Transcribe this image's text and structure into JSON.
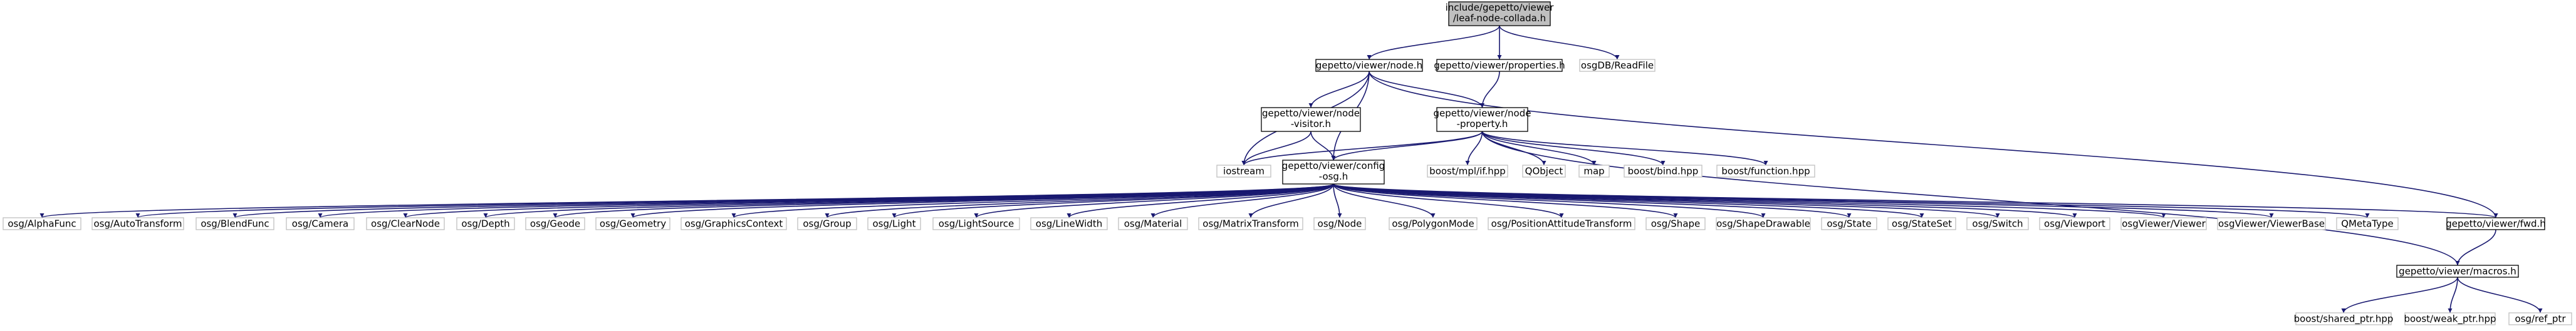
{
  "colors": {
    "edge": "#191970",
    "root_fill": "#bfbfbf",
    "root_border": "#000000",
    "documented_border": "#000000",
    "external_border": "#bfbfbf",
    "node_fill": "#ffffff"
  },
  "nodes": [
    {
      "id": "root",
      "lines": [
        "include/gepetto/viewer",
        "/leaf-node-collada.h"
      ],
      "kind": "root"
    },
    {
      "id": "node_h",
      "lines": [
        "gepetto/viewer/node.h"
      ],
      "kind": "documented"
    },
    {
      "id": "properties_h",
      "lines": [
        "gepetto/viewer/properties.h"
      ],
      "kind": "documented"
    },
    {
      "id": "osgdb_readfile",
      "lines": [
        "osgDB/ReadFile"
      ],
      "kind": "external"
    },
    {
      "id": "node_visitor_h",
      "lines": [
        "gepetto/viewer/node",
        "-visitor.h"
      ],
      "kind": "documented"
    },
    {
      "id": "node_property_h",
      "lines": [
        "gepetto/viewer/node",
        "-property.h"
      ],
      "kind": "documented"
    },
    {
      "id": "iostream",
      "lines": [
        "iostream"
      ],
      "kind": "external"
    },
    {
      "id": "config_osg_h",
      "lines": [
        "gepetto/viewer/config",
        "-osg.h"
      ],
      "kind": "documented"
    },
    {
      "id": "boost_mpl_if",
      "lines": [
        "boost/mpl/if.hpp"
      ],
      "kind": "external"
    },
    {
      "id": "qobject",
      "lines": [
        "QObject"
      ],
      "kind": "external"
    },
    {
      "id": "map",
      "lines": [
        "map"
      ],
      "kind": "external"
    },
    {
      "id": "boost_bind",
      "lines": [
        "boost/bind.hpp"
      ],
      "kind": "external"
    },
    {
      "id": "boost_function",
      "lines": [
        "boost/function.hpp"
      ],
      "kind": "external"
    },
    {
      "id": "osg_alphafunc",
      "lines": [
        "osg/AlphaFunc"
      ],
      "kind": "external"
    },
    {
      "id": "osg_autotransform",
      "lines": [
        "osg/AutoTransform"
      ],
      "kind": "external"
    },
    {
      "id": "osg_blendfunc",
      "lines": [
        "osg/BlendFunc"
      ],
      "kind": "external"
    },
    {
      "id": "osg_camera",
      "lines": [
        "osg/Camera"
      ],
      "kind": "external"
    },
    {
      "id": "osg_clearnode",
      "lines": [
        "osg/ClearNode"
      ],
      "kind": "external"
    },
    {
      "id": "osg_depth",
      "lines": [
        "osg/Depth"
      ],
      "kind": "external"
    },
    {
      "id": "osg_geode",
      "lines": [
        "osg/Geode"
      ],
      "kind": "external"
    },
    {
      "id": "osg_geometry",
      "lines": [
        "osg/Geometry"
      ],
      "kind": "external"
    },
    {
      "id": "osg_graphicscontext",
      "lines": [
        "osg/GraphicsContext"
      ],
      "kind": "external"
    },
    {
      "id": "osg_group",
      "lines": [
        "osg/Group"
      ],
      "kind": "external"
    },
    {
      "id": "osg_light",
      "lines": [
        "osg/Light"
      ],
      "kind": "external"
    },
    {
      "id": "osg_lightsource",
      "lines": [
        "osg/LightSource"
      ],
      "kind": "external"
    },
    {
      "id": "osg_linewidth",
      "lines": [
        "osg/LineWidth"
      ],
      "kind": "external"
    },
    {
      "id": "osg_material",
      "lines": [
        "osg/Material"
      ],
      "kind": "external"
    },
    {
      "id": "osg_matrixtransform",
      "lines": [
        "osg/MatrixTransform"
      ],
      "kind": "external"
    },
    {
      "id": "osg_node",
      "lines": [
        "osg/Node"
      ],
      "kind": "external"
    },
    {
      "id": "osg_polygonmode",
      "lines": [
        "osg/PolygonMode"
      ],
      "kind": "external"
    },
    {
      "id": "osg_positionattitudetransform",
      "lines": [
        "osg/PositionAttitudeTransform"
      ],
      "kind": "external"
    },
    {
      "id": "osg_shape",
      "lines": [
        "osg/Shape"
      ],
      "kind": "external"
    },
    {
      "id": "osg_shapedrawable",
      "lines": [
        "osg/ShapeDrawable"
      ],
      "kind": "external"
    },
    {
      "id": "osg_state",
      "lines": [
        "osg/State"
      ],
      "kind": "external"
    },
    {
      "id": "osg_stateset",
      "lines": [
        "osg/StateSet"
      ],
      "kind": "external"
    },
    {
      "id": "osg_switch",
      "lines": [
        "osg/Switch"
      ],
      "kind": "external"
    },
    {
      "id": "osg_viewport",
      "lines": [
        "osg/Viewport"
      ],
      "kind": "external"
    },
    {
      "id": "osgviewer_viewer",
      "lines": [
        "osgViewer/Viewer"
      ],
      "kind": "external"
    },
    {
      "id": "osgviewer_viewerbase",
      "lines": [
        "osgViewer/ViewerBase"
      ],
      "kind": "external"
    },
    {
      "id": "qmetatype",
      "lines": [
        "QMetaType"
      ],
      "kind": "external"
    },
    {
      "id": "fwd_h",
      "lines": [
        "gepetto/viewer/fwd.h"
      ],
      "kind": "documented"
    },
    {
      "id": "macros_h",
      "lines": [
        "gepetto/viewer/macros.h"
      ],
      "kind": "documented"
    },
    {
      "id": "boost_shared_ptr",
      "lines": [
        "boost/shared_ptr.hpp"
      ],
      "kind": "external"
    },
    {
      "id": "boost_weak_ptr",
      "lines": [
        "boost/weak_ptr.hpp"
      ],
      "kind": "external"
    },
    {
      "id": "osg_ref_ptr",
      "lines": [
        "osg/ref_ptr"
      ],
      "kind": "external"
    }
  ],
  "edges": [
    [
      "root",
      "node_h"
    ],
    [
      "root",
      "properties_h"
    ],
    [
      "root",
      "osgdb_readfile"
    ],
    [
      "node_h",
      "node_visitor_h"
    ],
    [
      "node_h",
      "node_property_h"
    ],
    [
      "node_h",
      "iostream"
    ],
    [
      "node_h",
      "config_osg_h"
    ],
    [
      "node_h",
      "fwd_h"
    ],
    [
      "properties_h",
      "node_property_h"
    ],
    [
      "node_visitor_h",
      "iostream"
    ],
    [
      "node_visitor_h",
      "config_osg_h"
    ],
    [
      "node_property_h",
      "iostream"
    ],
    [
      "node_property_h",
      "config_osg_h"
    ],
    [
      "node_property_h",
      "boost_mpl_if"
    ],
    [
      "node_property_h",
      "qobject"
    ],
    [
      "node_property_h",
      "map"
    ],
    [
      "node_property_h",
      "boost_bind"
    ],
    [
      "node_property_h",
      "boost_function"
    ],
    [
      "node_property_h",
      "macros_h"
    ],
    [
      "config_osg_h",
      "osg_alphafunc"
    ],
    [
      "config_osg_h",
      "osg_autotransform"
    ],
    [
      "config_osg_h",
      "osg_blendfunc"
    ],
    [
      "config_osg_h",
      "osg_camera"
    ],
    [
      "config_osg_h",
      "osg_clearnode"
    ],
    [
      "config_osg_h",
      "osg_depth"
    ],
    [
      "config_osg_h",
      "osg_geode"
    ],
    [
      "config_osg_h",
      "osg_geometry"
    ],
    [
      "config_osg_h",
      "osg_graphicscontext"
    ],
    [
      "config_osg_h",
      "osg_group"
    ],
    [
      "config_osg_h",
      "osg_light"
    ],
    [
      "config_osg_h",
      "osg_lightsource"
    ],
    [
      "config_osg_h",
      "osg_linewidth"
    ],
    [
      "config_osg_h",
      "osg_material"
    ],
    [
      "config_osg_h",
      "osg_matrixtransform"
    ],
    [
      "config_osg_h",
      "osg_node"
    ],
    [
      "config_osg_h",
      "osg_polygonmode"
    ],
    [
      "config_osg_h",
      "osg_positionattitudetransform"
    ],
    [
      "config_osg_h",
      "osg_shape"
    ],
    [
      "config_osg_h",
      "osg_shapedrawable"
    ],
    [
      "config_osg_h",
      "osg_state"
    ],
    [
      "config_osg_h",
      "osg_stateset"
    ],
    [
      "config_osg_h",
      "osg_switch"
    ],
    [
      "config_osg_h",
      "osg_viewport"
    ],
    [
      "config_osg_h",
      "osgviewer_viewer"
    ],
    [
      "config_osg_h",
      "osgviewer_viewerbase"
    ],
    [
      "config_osg_h",
      "qmetatype"
    ],
    [
      "config_osg_h",
      "fwd_h"
    ],
    [
      "fwd_h",
      "macros_h"
    ],
    [
      "macros_h",
      "boost_shared_ptr"
    ],
    [
      "macros_h",
      "boost_weak_ptr"
    ],
    [
      "macros_h",
      "osg_ref_ptr"
    ]
  ]
}
